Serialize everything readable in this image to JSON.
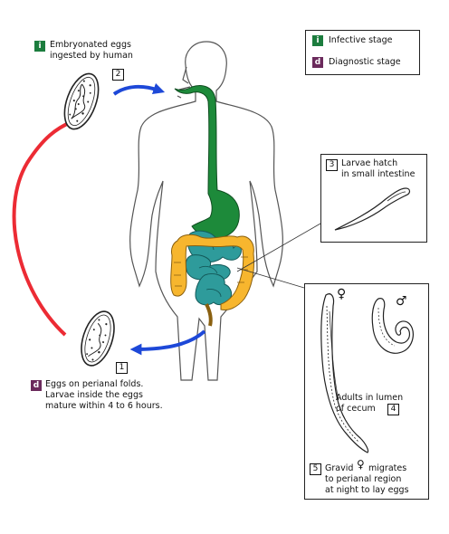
{
  "colors": {
    "infective": "#1c7d3e",
    "diagnostic": "#6b2a5c",
    "arrow_red": "#ec2b34",
    "arrow_blue": "#1d48d8",
    "esophagus": "#1d8a3a",
    "colon": "#f7b62e",
    "intestine": "#2e9b9b"
  },
  "legend": {
    "infective_badge": "i",
    "infective_label": "Infective stage",
    "diagnostic_badge": "d",
    "diagnostic_label": "Diagnostic stage"
  },
  "stages": [
    {
      "number": "2",
      "badge": "i",
      "lines": [
        "Embryonated eggs",
        "ingested by human"
      ]
    },
    {
      "number": "3",
      "badge": "",
      "lines": [
        "Larvae hatch",
        "in small intestine"
      ]
    },
    {
      "number": "4",
      "badge": "",
      "lines": [
        "Adults in lumen",
        "of cecum"
      ]
    },
    {
      "number": "5",
      "badge": "",
      "lines": [
        "Gravid",
        "migrates",
        "to perianal region",
        "at night to lay eggs"
      ]
    },
    {
      "number": "1",
      "badge": "d",
      "lines": [
        "Eggs on perianal folds.",
        "Larvae inside the eggs",
        "mature within 4 to 6 hours."
      ]
    }
  ],
  "sex_symbols": {
    "female": "♀",
    "male": "♂"
  },
  "icons": {
    "egg_ingested": "embryonated-egg-icon",
    "egg_perianal": "perianal-egg-icon",
    "larva": "larva-icon",
    "female_worm": "female-worm-icon",
    "male_worm": "male-worm-icon"
  }
}
